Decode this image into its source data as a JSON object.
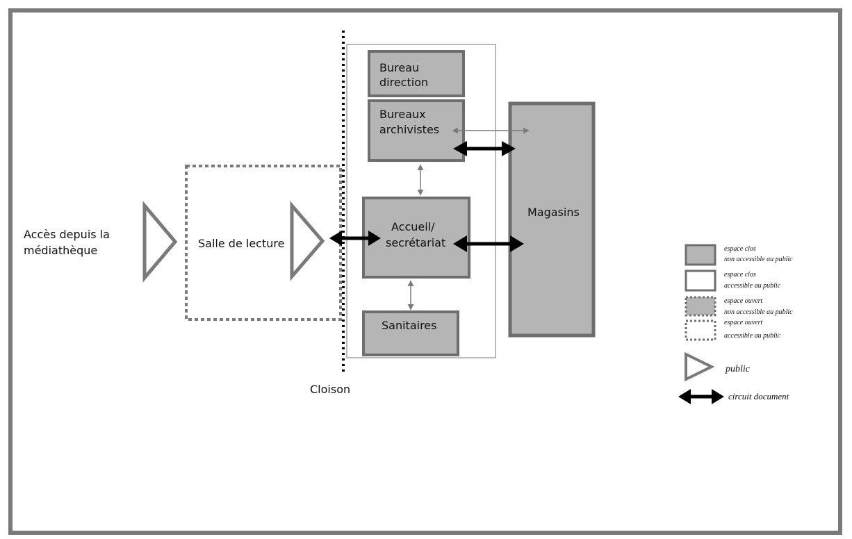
{
  "labels": {
    "acces_line1": "Accès depuis la",
    "acces_line2": "médiathèque",
    "salle": "Salle de lecture",
    "cloison": "Cloison",
    "bureau_direction_line1": "Bureau",
    "bureau_direction_line2": "direction",
    "bureaux_archivistes_line1": "Bureaux",
    "bureaux_archivistes_line2": "archivistes",
    "accueil_line1": "Accueil/",
    "accueil_line2": "secrétariat",
    "sanitaires": "Sanitaires",
    "magasins": "Magasins"
  },
  "legend": {
    "closed_nonpublic_line1": "espace clos",
    "closed_nonpublic_line2": "non accessible au public",
    "closed_public_line1": "espace clos",
    "closed_public_line2": "accessible au public",
    "open_nonpublic_line1": "espace ouvert",
    "open_nonpublic_line2": "non accessible au public",
    "open_public_line1": "espace ouvert",
    "open_public_line2": "accessible au public",
    "public": "public",
    "circuit": "circuit document"
  },
  "colors": {
    "frame": "#7a7a7a",
    "room_fill": "#b5b5b5",
    "room_stroke": "#6e6e6e",
    "arrow_black": "#000000",
    "arrow_gray": "#7a7a7a"
  }
}
